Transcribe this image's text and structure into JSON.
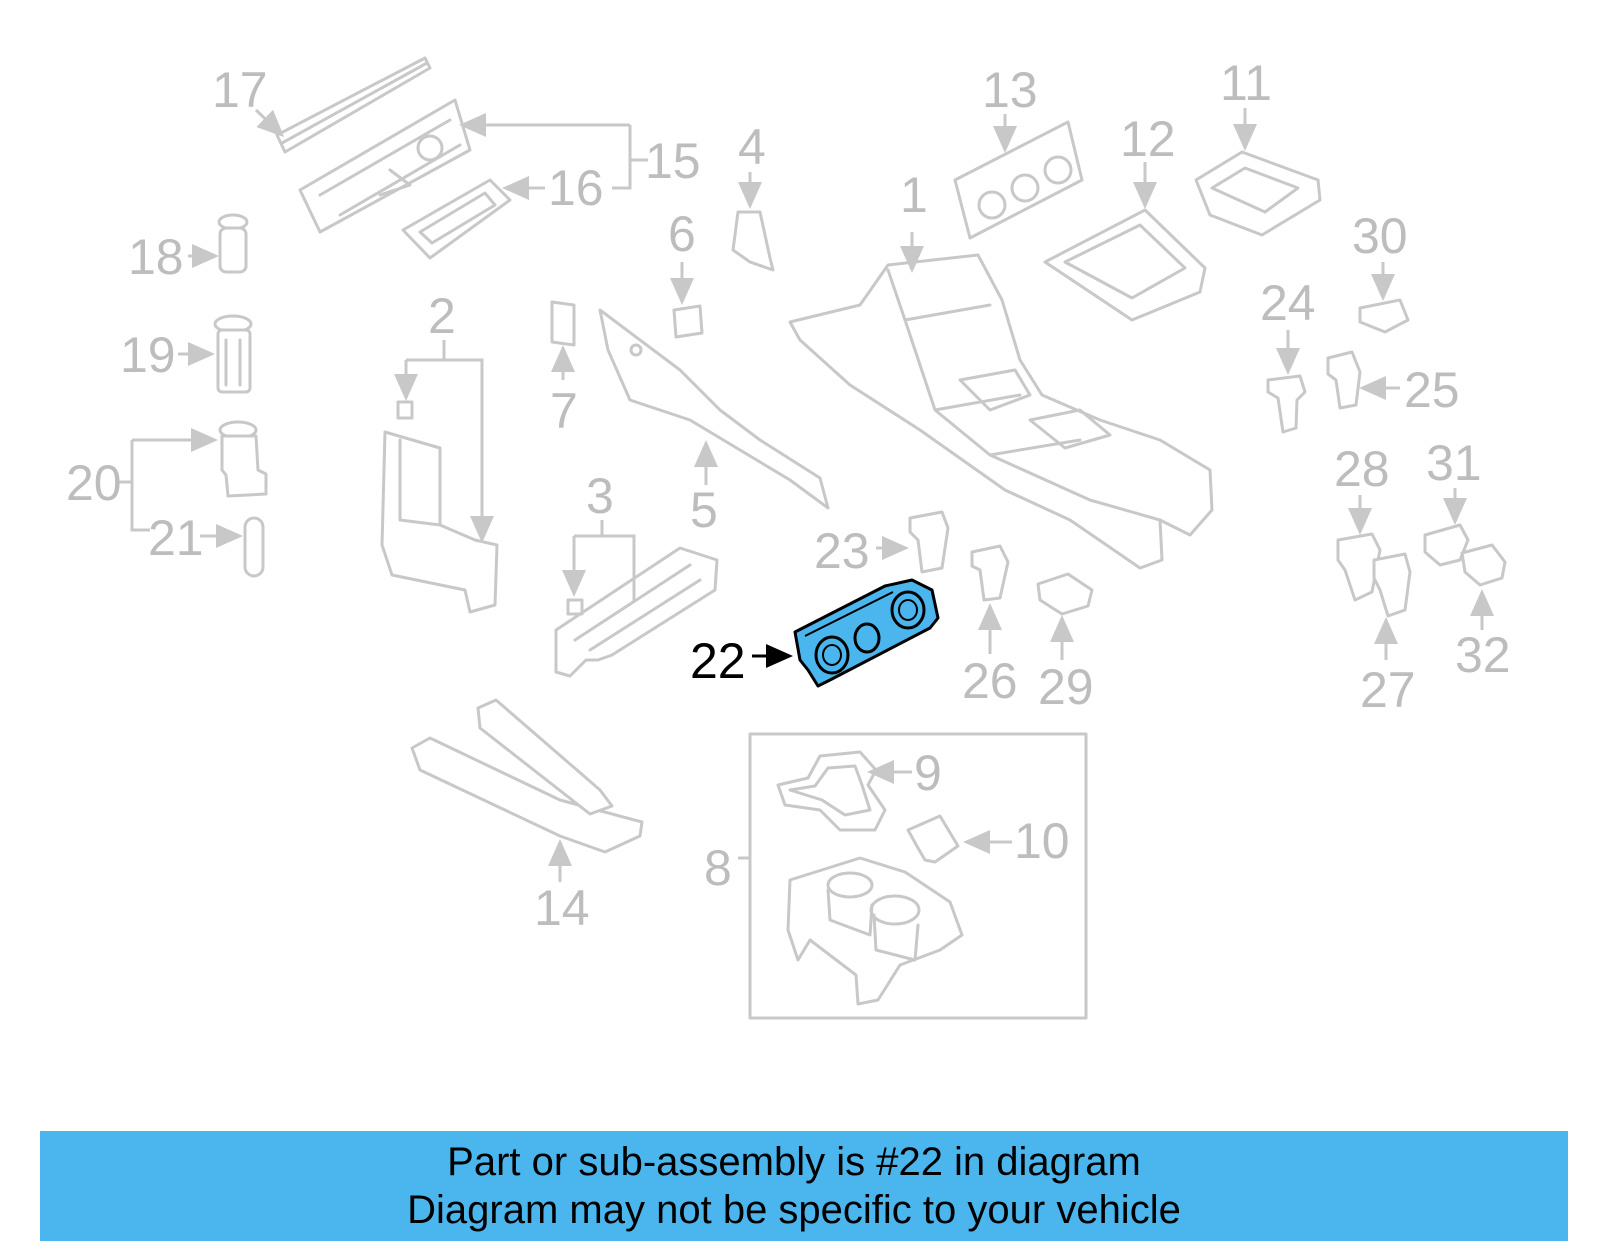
{
  "diagram": {
    "highlight_color": "#4bb6ee",
    "highlighted_part": "22",
    "callouts": [
      "1",
      "2",
      "3",
      "4",
      "5",
      "6",
      "7",
      "8",
      "9",
      "10",
      "11",
      "12",
      "13",
      "14",
      "15",
      "16",
      "17",
      "18",
      "19",
      "20",
      "21",
      "22",
      "23",
      "24",
      "25",
      "26",
      "27",
      "28",
      "29",
      "30",
      "31",
      "32"
    ]
  },
  "banner": {
    "line1": "Part or sub-assembly is #22 in diagram",
    "line2": "Diagram may not be specific to your vehicle",
    "background": "#4bb6ee"
  }
}
